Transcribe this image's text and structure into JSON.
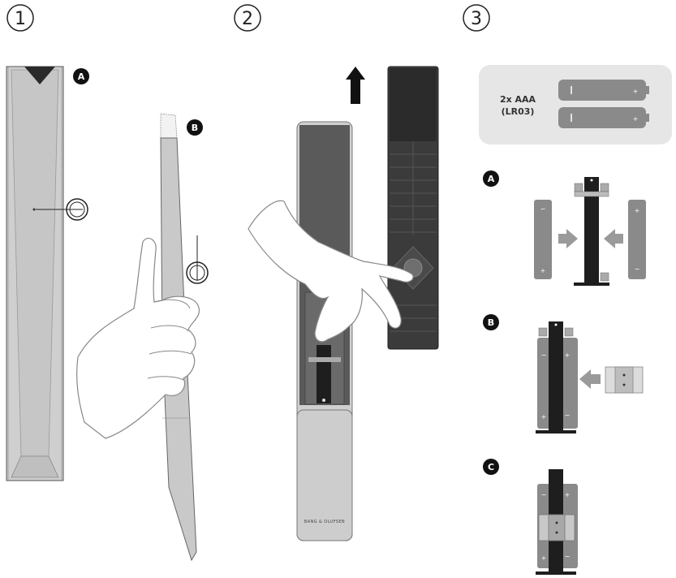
{
  "steps": [
    "1",
    "2",
    "3"
  ],
  "step1": {
    "badge_a": "A",
    "badge_b": "B"
  },
  "step2": {
    "brand": "BANG & OLUFSEN"
  },
  "step3": {
    "battery_spec_line1": "2x AAA",
    "battery_spec_line2": "(LR03)",
    "badge_a": "A",
    "badge_b": "B",
    "badge_c": "C"
  },
  "colors": {
    "remote_body": "#c8c8c8",
    "remote_dark": "#3a3a3a",
    "battery": "#8a8a8a",
    "arrow": "#9a9a9a",
    "box": "#e6e6e6"
  }
}
